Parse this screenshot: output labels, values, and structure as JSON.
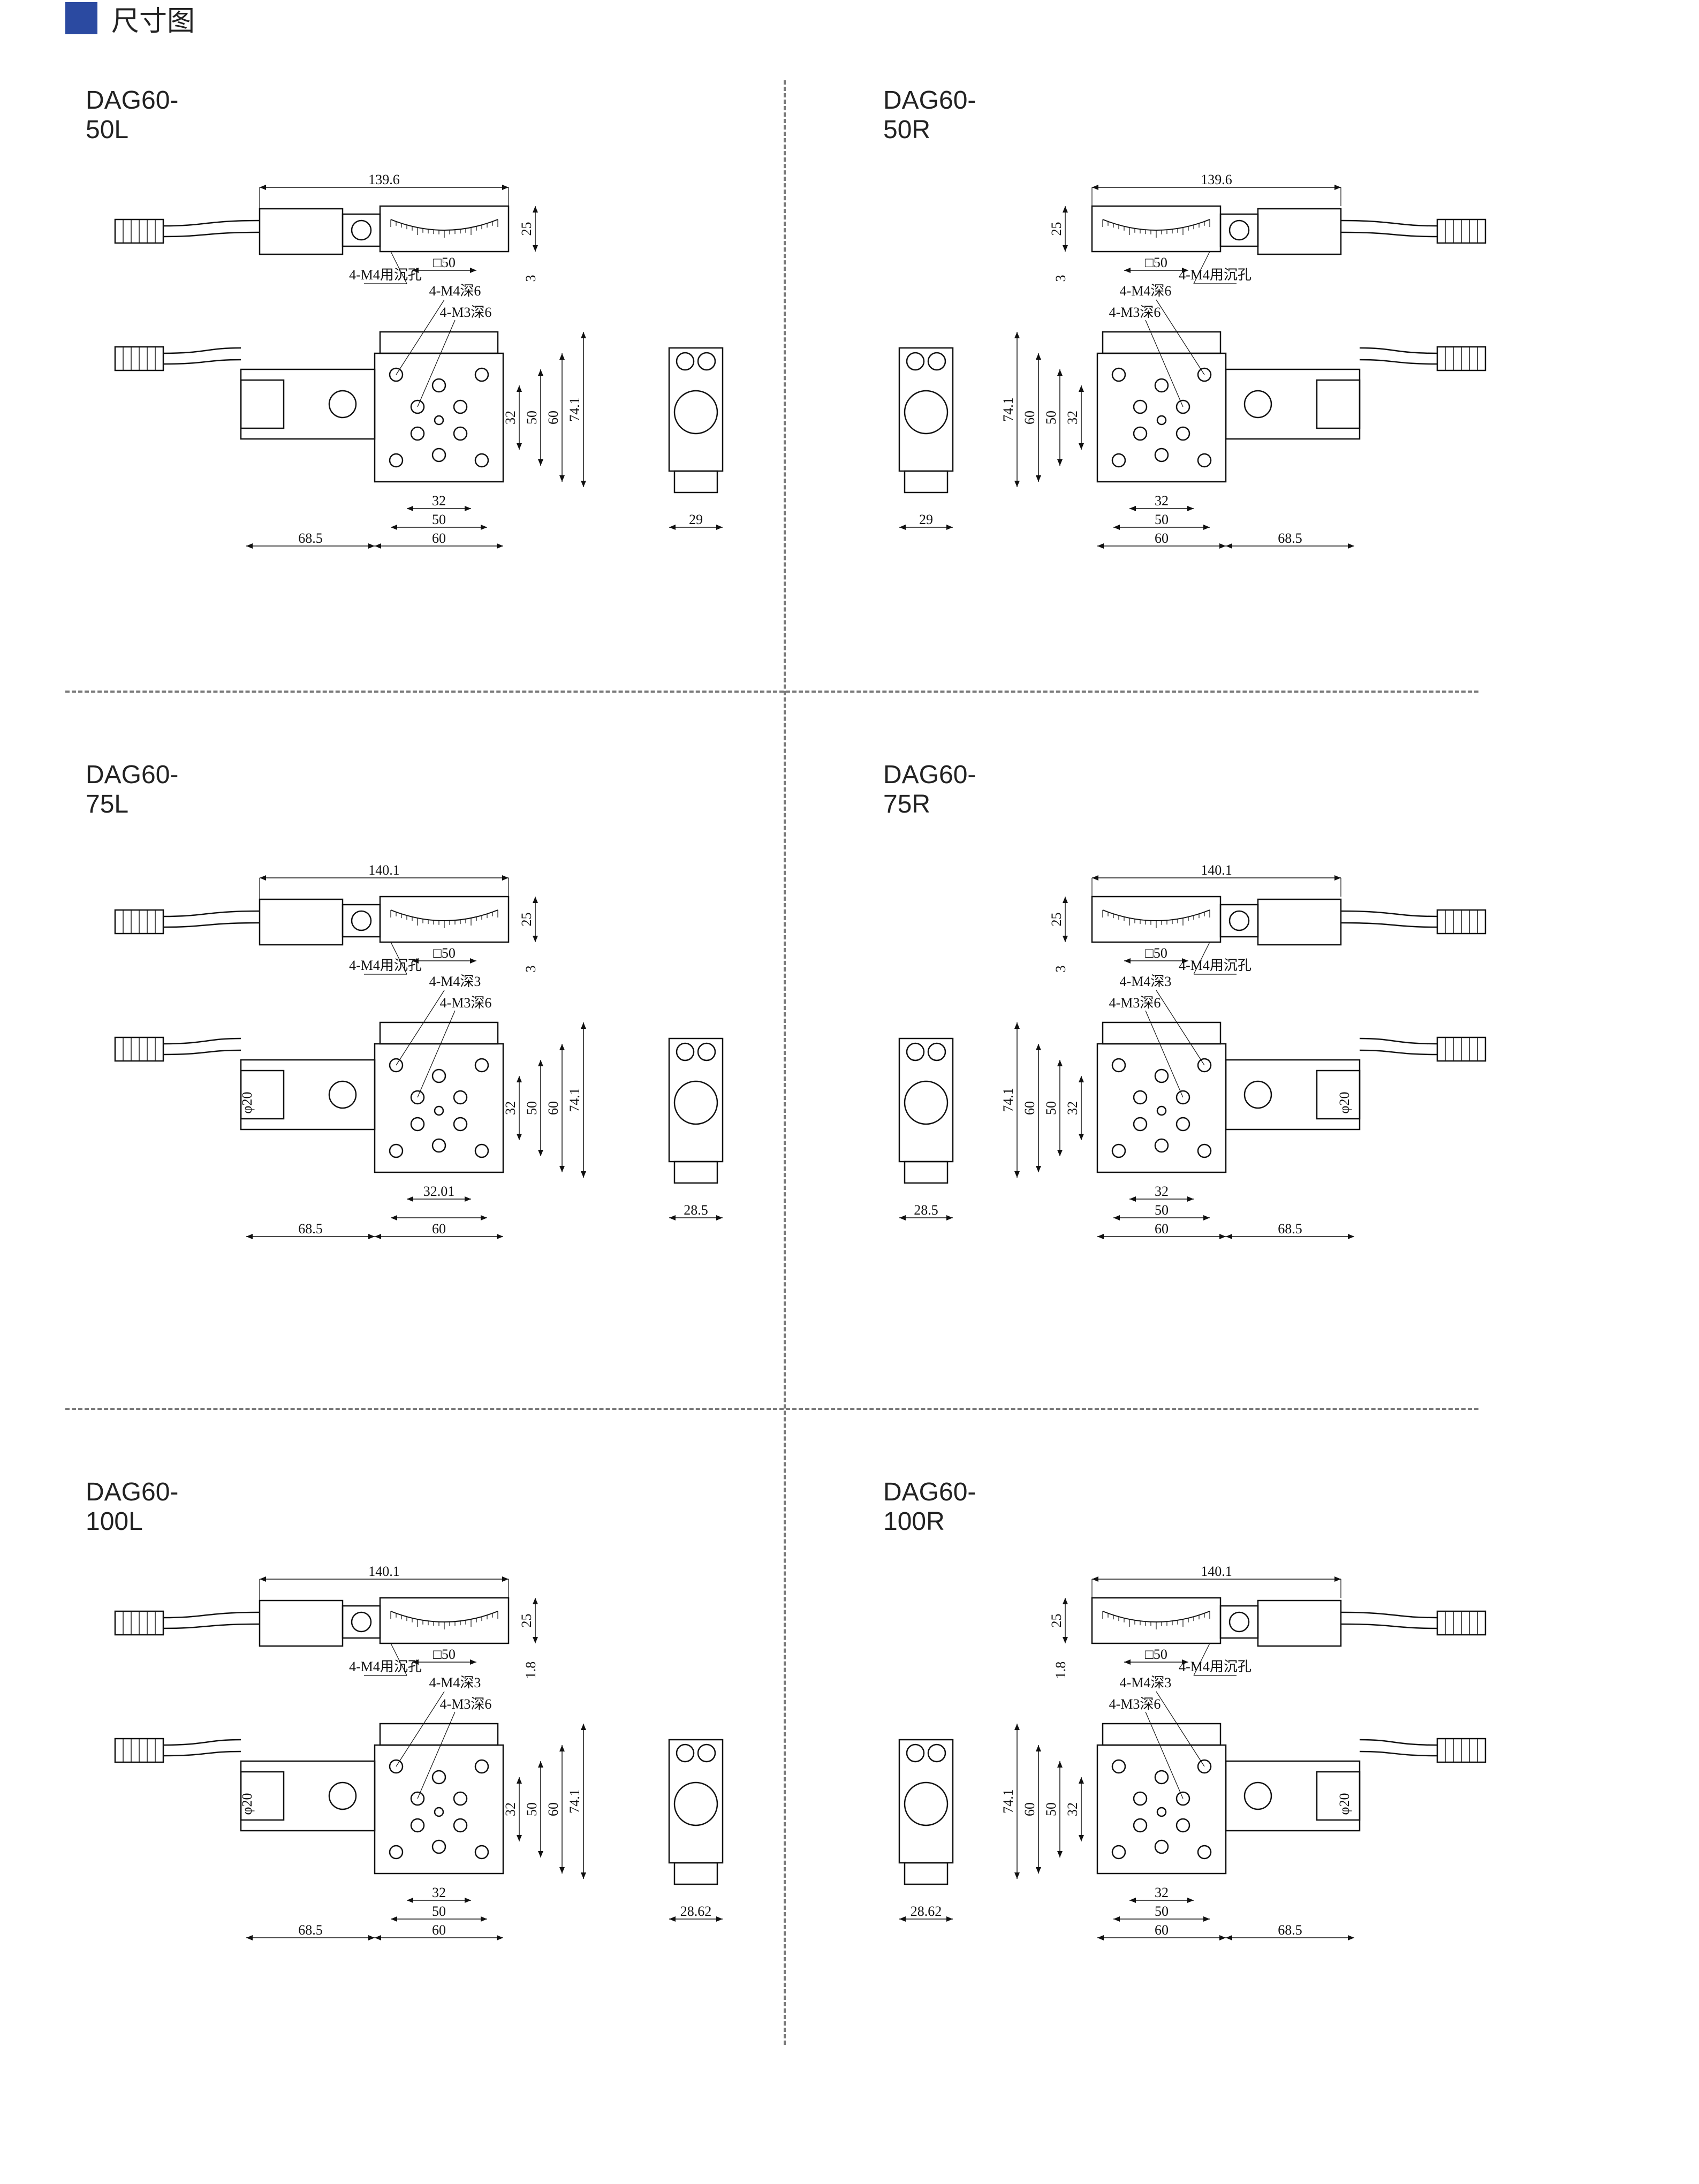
{
  "header": {
    "title": "尺寸图",
    "accent_color": "#2b4aa1"
  },
  "panels": [
    {
      "label": "DAG60-50L",
      "side": "L",
      "dims": {
        "overall": "139.6",
        "height": "25",
        "offset": "3",
        "square": "□50",
        "holes_a": "4-M4用沉孔",
        "holes_b": "4-M4深6",
        "holes_c": "4-M3深6",
        "v1": "32",
        "v2": "50",
        "v3": "60",
        "v4": "74.1",
        "h1": "32",
        "h2": "50",
        "h3": "60",
        "h_motor": "68.5",
        "side_w": "29"
      }
    },
    {
      "label": "DAG60-50R",
      "side": "R",
      "dims": {
        "overall": "139.6",
        "height": "25",
        "offset": "3",
        "square": "□50",
        "holes_a": "4-M4用沉孔",
        "holes_b": "4-M4深6",
        "holes_c": "4-M3深6",
        "v1": "32",
        "v2": "50",
        "v3": "60",
        "v4": "74.1",
        "h1": "32",
        "h2": "50",
        "h3": "60",
        "h_motor": "68.5",
        "side_w": "29"
      }
    },
    {
      "label": "DAG60-75L",
      "side": "L",
      "dims": {
        "overall": "140.1",
        "height": "25",
        "offset": "3",
        "square": "□50",
        "holes_a": "4-M4用沉孔",
        "holes_b": "4-M4深3",
        "holes_c": "4-M3深6",
        "v1": "32",
        "v2": "50",
        "v3": "60",
        "v4": "74.1",
        "h1": "32.01",
        "h2": "",
        "h3": "60",
        "h_motor": "68.5",
        "side_w": "28.5",
        "dia": "φ20"
      }
    },
    {
      "label": "DAG60-75R",
      "side": "R",
      "dims": {
        "overall": "140.1",
        "height": "25",
        "offset": "3",
        "square": "□50",
        "holes_a": "4-M4用沉孔",
        "holes_b": "4-M4深3",
        "holes_c": "4-M3深6",
        "v1": "32",
        "v2": "50",
        "v3": "60",
        "v4": "74.1",
        "h1": "32",
        "h2": "50",
        "h3": "60",
        "h_motor": "68.5",
        "side_w": "28.5",
        "dia": "φ20"
      }
    },
    {
      "label": "DAG60-100L",
      "side": "L",
      "dims": {
        "overall": "140.1",
        "height": "25",
        "offset": "1.8",
        "square": "□50",
        "holes_a": "4-M4用沉孔",
        "holes_b": "4-M4深3",
        "holes_c": "4-M3深6",
        "v1": "32",
        "v2": "50",
        "v3": "60",
        "v4": "74.1",
        "h1": "32",
        "h2": "50",
        "h3": "60",
        "h_motor": "68.5",
        "side_w": "28.62",
        "dia": "φ20"
      }
    },
    {
      "label": "DAG60-100R",
      "side": "R",
      "dims": {
        "overall": "140.1",
        "height": "25",
        "offset": "1.8",
        "square": "□50",
        "holes_a": "4-M4用沉孔",
        "holes_b": "4-M4深3",
        "holes_c": "4-M3深6",
        "v1": "32",
        "v2": "50",
        "v3": "60",
        "v4": "74.1",
        "h1": "32",
        "h2": "50",
        "h3": "60",
        "h_motor": "68.5",
        "side_w": "28.62",
        "dia": "φ20"
      }
    }
  ]
}
